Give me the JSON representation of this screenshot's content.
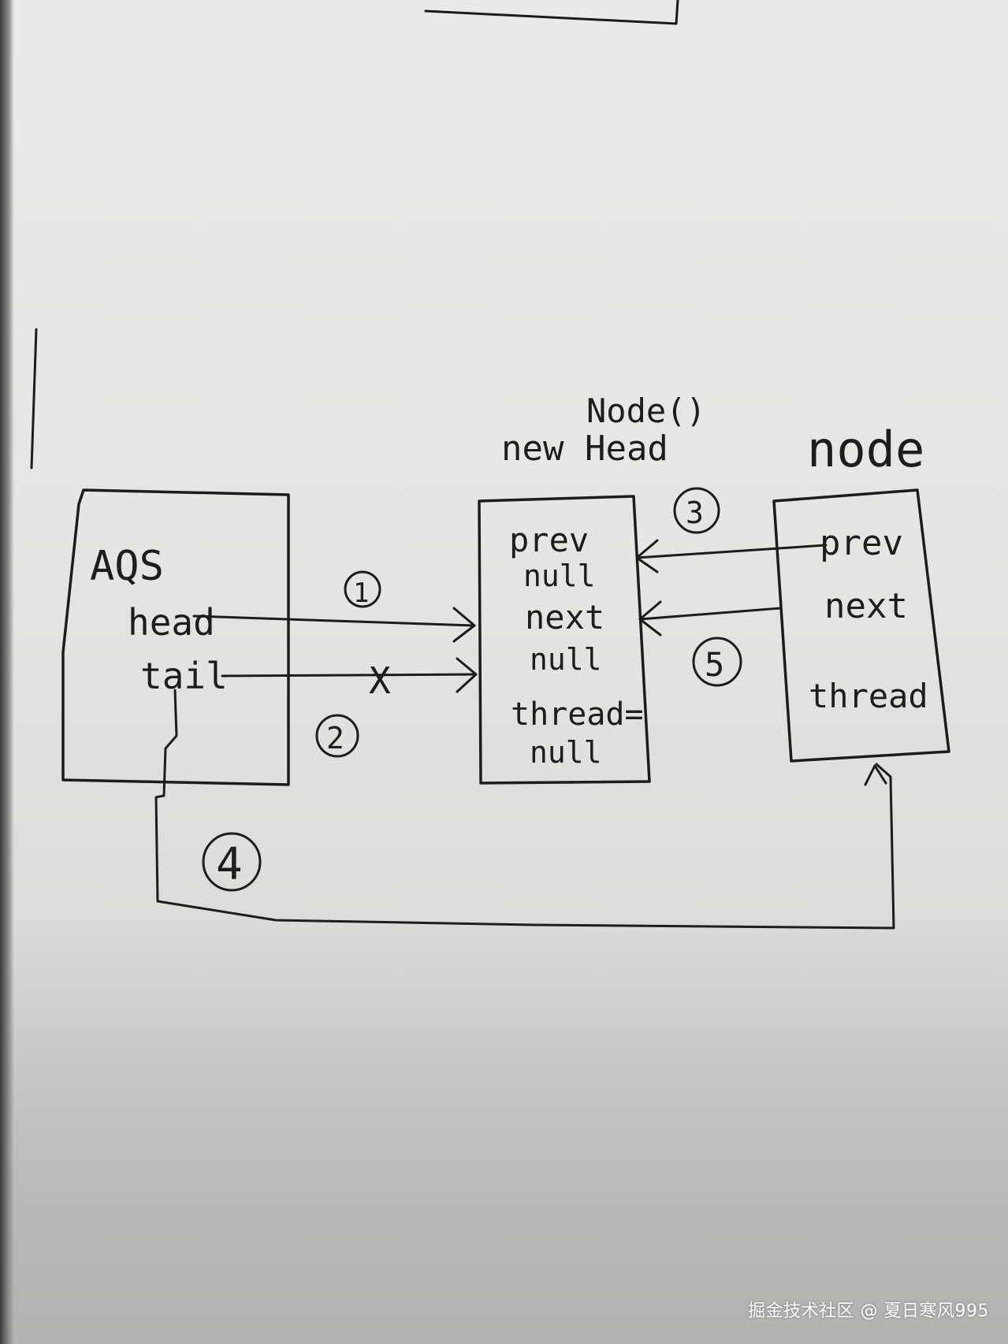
{
  "aqs": {
    "title": "AQS",
    "head": "head",
    "tail": "tail"
  },
  "new_head": {
    "caption_top": "Node()",
    "caption": "new Head",
    "prev_label": "prev",
    "prev_value": "null",
    "next_label": "next",
    "next_value": "null",
    "thread_label": "thread=",
    "thread_value": "null"
  },
  "node": {
    "caption": "node",
    "prev_label": "prev",
    "next_label": "next",
    "thread_label": "thread"
  },
  "steps": {
    "s1": "1",
    "s2": "2",
    "s3": "3",
    "s4": "4",
    "s5": "5",
    "cross": "X"
  },
  "watermark": "掘金技术社区 @ 夏日寒风995",
  "colors": {
    "ink": "#1c1c1c",
    "paper": "#e7e7e6"
  }
}
